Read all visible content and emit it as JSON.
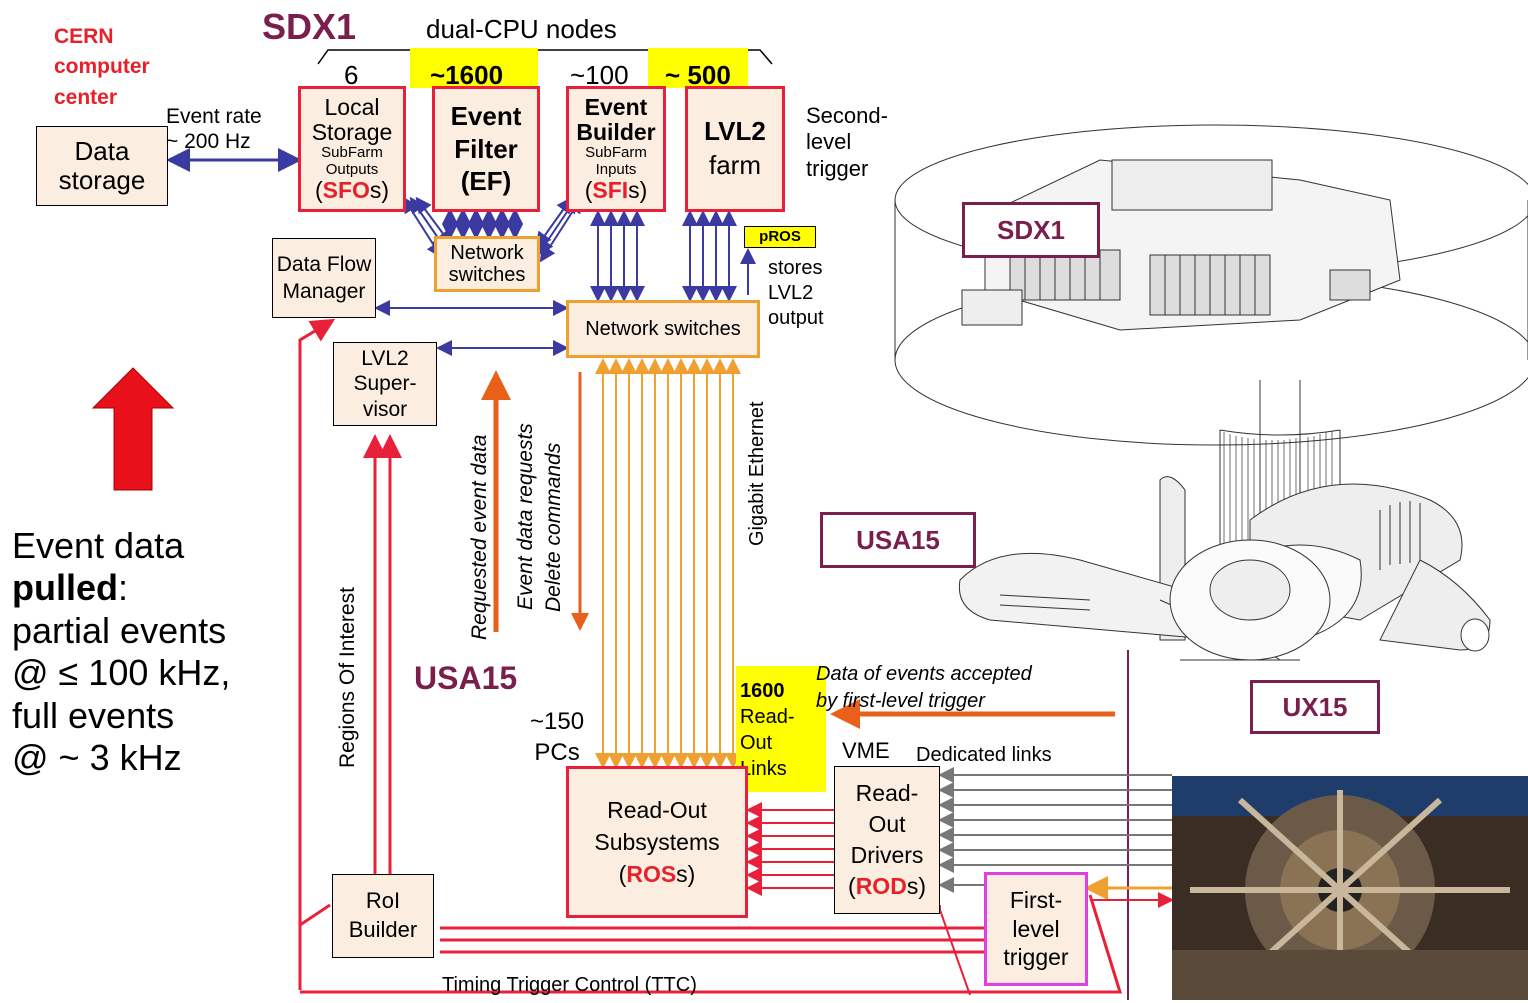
{
  "colors": {
    "red": "#e8203a",
    "orange": "#f0a030",
    "blue": "#3a3aa0",
    "maroon": "#7a1e4e",
    "yellow": "#ffff00",
    "node_fill": "#fbeee0"
  },
  "cern_label": [
    "CERN",
    "computer",
    "center"
  ],
  "sdx1_title": "SDX1",
  "dual_cpu": "dual-CPU nodes",
  "counts": {
    "sfo": "6",
    "ef": "~1600",
    "sfi": "~100",
    "lvl2": "~ 500"
  },
  "data_storage": [
    "Data",
    "storage"
  ],
  "event_rate": [
    "Event rate",
    "~ 200 Hz"
  ],
  "sfo_box": {
    "line1": "Local",
    "line2": "Storage",
    "line3": "SubFarm",
    "line4": "Outputs",
    "open": "(",
    "acr": "SFO",
    "close": "s)"
  },
  "ef_box": [
    "Event",
    "Filter",
    "(EF)"
  ],
  "sfi_box": {
    "line1": "Event",
    "line2": "Builder",
    "line3": "SubFarm",
    "line4": "Inputs",
    "open": "(",
    "acr": "SFI",
    "close": "s)"
  },
  "lvl2_box": [
    "LVL2",
    "farm"
  ],
  "second_level": [
    "Second-",
    "level",
    "trigger"
  ],
  "pros": "pROS",
  "pros_note": [
    "stores",
    "LVL2",
    "output"
  ],
  "net_switches_small": [
    "Network",
    "switches"
  ],
  "dfm": [
    "Data Flow",
    "Manager"
  ],
  "net_switches": "Network switches",
  "lvl2_sup": [
    "LVL2",
    "Super-",
    "visor"
  ],
  "req_event_data": "Requested event data",
  "event_data_requests": "Event data requests",
  "delete_commands": "Delete commands",
  "gigabit": "Gigabit Ethernet",
  "event_pulled": {
    "l1": "Event data",
    "l2b": "pulled",
    "l2r": ":",
    "l3": "partial events",
    "l4": "@ ≤ 100 kHz,",
    "l5": "full events",
    "l6": "@ ~ 3 kHz"
  },
  "regions_of_interest": "Regions Of Interest",
  "usa15_title": "USA15",
  "pcs": [
    "~150",
    "PCs"
  ],
  "ro_links": {
    "num": "1600",
    "rest": [
      "Read-",
      "Out",
      "Links"
    ]
  },
  "data_accepted": [
    "Data of events accepted",
    "by first-level trigger"
  ],
  "vme": "VME",
  "dedicated_links": "Dedicated links",
  "ros_box": {
    "l1": "Read-Out",
    "l2": "Subsystems",
    "open": "(",
    "acr": "ROS",
    "close": "s)"
  },
  "rod_box": {
    "l1": "Read-",
    "l2": "Out",
    "l3": "Drivers",
    "open": "(",
    "acr": "ROD",
    "close": "s)"
  },
  "roi_builder": [
    "RoI",
    "Builder"
  ],
  "first_level": [
    "First-",
    "level",
    "trigger"
  ],
  "ttc": "Timing Trigger Control (TTC)",
  "loc_labels": {
    "sdx1": "SDX1",
    "usa15": "USA15",
    "ux15": "UX15"
  }
}
